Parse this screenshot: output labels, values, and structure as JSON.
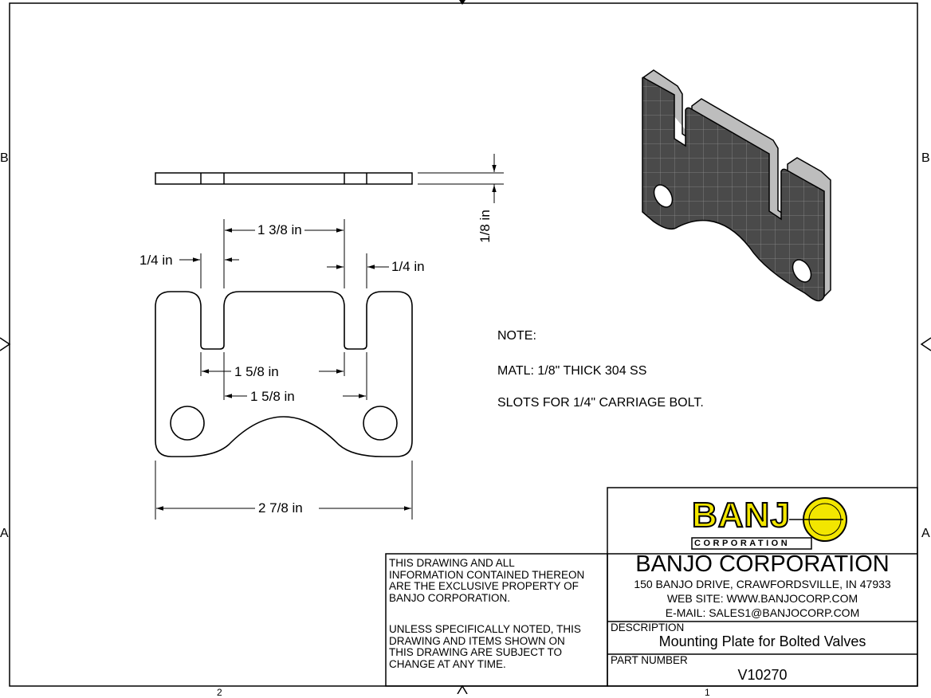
{
  "zones": {
    "left_b": "B",
    "right_b": "B",
    "left_a": "A",
    "right_a": "A",
    "bottom_2": "2",
    "bottom_1": "1"
  },
  "dimensions": {
    "slot_spacing": "1 3/8 in",
    "slot_width_left": "1/4 in",
    "slot_width_right": "1/4 in",
    "slot_pitch_a": "1 5/8 in",
    "slot_pitch_b": "1 5/8 in",
    "overall_width": "2 7/8 in",
    "thickness": "1/8 in"
  },
  "notes": {
    "heading": "NOTE:",
    "material": "MATL: 1/8\" THICK 304 SS",
    "slots": "SLOTS FOR 1/4\" CARRIAGE BOLT."
  },
  "disclaimer": {
    "p1_line1": "THIS DRAWING AND ALL",
    "p1_line2": "INFORMATION CONTAINED THEREON",
    "p1_line3": "ARE THE EXCLUSIVE PROPERTY OF",
    "p1_line4": "BANJO CORPORATION.",
    "p2_line1": "UNLESS SPECIFICALLY NOTED, THIS",
    "p2_line2": "DRAWING AND ITEMS SHOWN ON",
    "p2_line3": "THIS DRAWING ARE SUBJECT TO",
    "p2_line4": "CHANGE AT ANY TIME."
  },
  "company": {
    "logo_word": "BANJ",
    "logo_sub": "CORPORATION",
    "name": "BANJO CORPORATION",
    "address": "150 BANJO DRIVE, CRAWFORDSVILLE, IN 47933",
    "website": "WEB SITE: WWW.BANJOCORP.COM",
    "email": "E-MAIL: SALES1@BANJOCORP.COM"
  },
  "title_block": {
    "description_label": "DESCRIPTION",
    "description": "Mounting Plate for Bolted Valves",
    "part_number_label": "PART NUMBER",
    "part_number": "V10270"
  },
  "colors": {
    "logo_yellow": "#f2e600",
    "plate_fill": "#4a4a4a",
    "plate_grid": "#8a8a8a"
  }
}
